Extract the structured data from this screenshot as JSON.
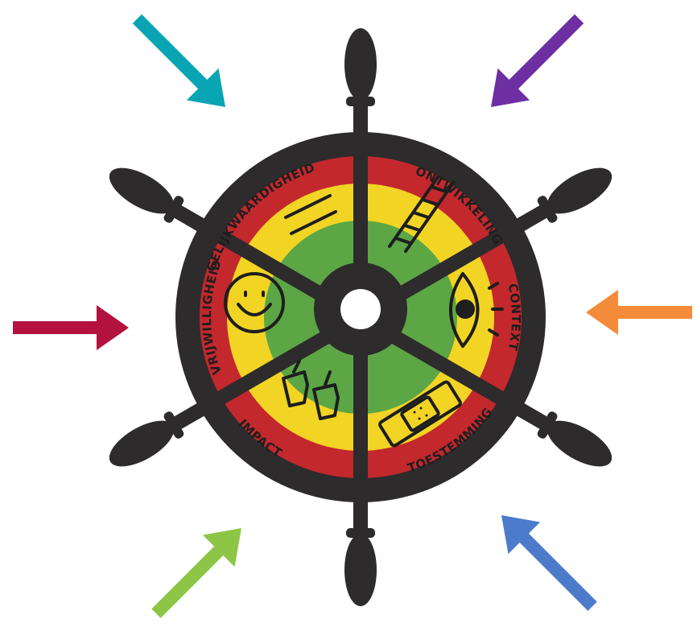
{
  "colors": {
    "wheel": "#2d2b2b",
    "outer_ring": "#c3282d",
    "middle_ring": "#f2d424",
    "inner_ring": "#5ca645",
    "hub_center": "#ffffff"
  },
  "labels": {
    "gelijkwaardigheid": "GELIJKWAARDIGHEID",
    "ontwikkeling": "ONTWIKKELING",
    "context": "CONTEXT",
    "impact": "IMPACT",
    "toestemming": "TOESTEMMING",
    "vrijwilligheid": "VRIJWILLIGHEID"
  },
  "segments": [
    {
      "name": "gelijkwaardigheid",
      "icon": "equals-lines-icon"
    },
    {
      "name": "ontwikkeling",
      "icon": "ladder-icon"
    },
    {
      "name": "context",
      "icon": "eye-icon"
    },
    {
      "name": "impact",
      "icon": "bandage-icon"
    },
    {
      "name": "toestemming",
      "icon": "thumbs-icon"
    },
    {
      "name": "vrijwilligheid",
      "icon": "smiley-icon"
    }
  ],
  "arrows": [
    {
      "name": "arrow-teal",
      "color": "#0aa5b5"
    },
    {
      "name": "arrow-purple",
      "color": "#6e2fa2"
    },
    {
      "name": "arrow-orange",
      "color": "#f48b3a"
    },
    {
      "name": "arrow-blue",
      "color": "#4d7bcc"
    },
    {
      "name": "arrow-green",
      "color": "#8dc647"
    },
    {
      "name": "arrow-crimson",
      "color": "#b4123e"
    }
  ]
}
